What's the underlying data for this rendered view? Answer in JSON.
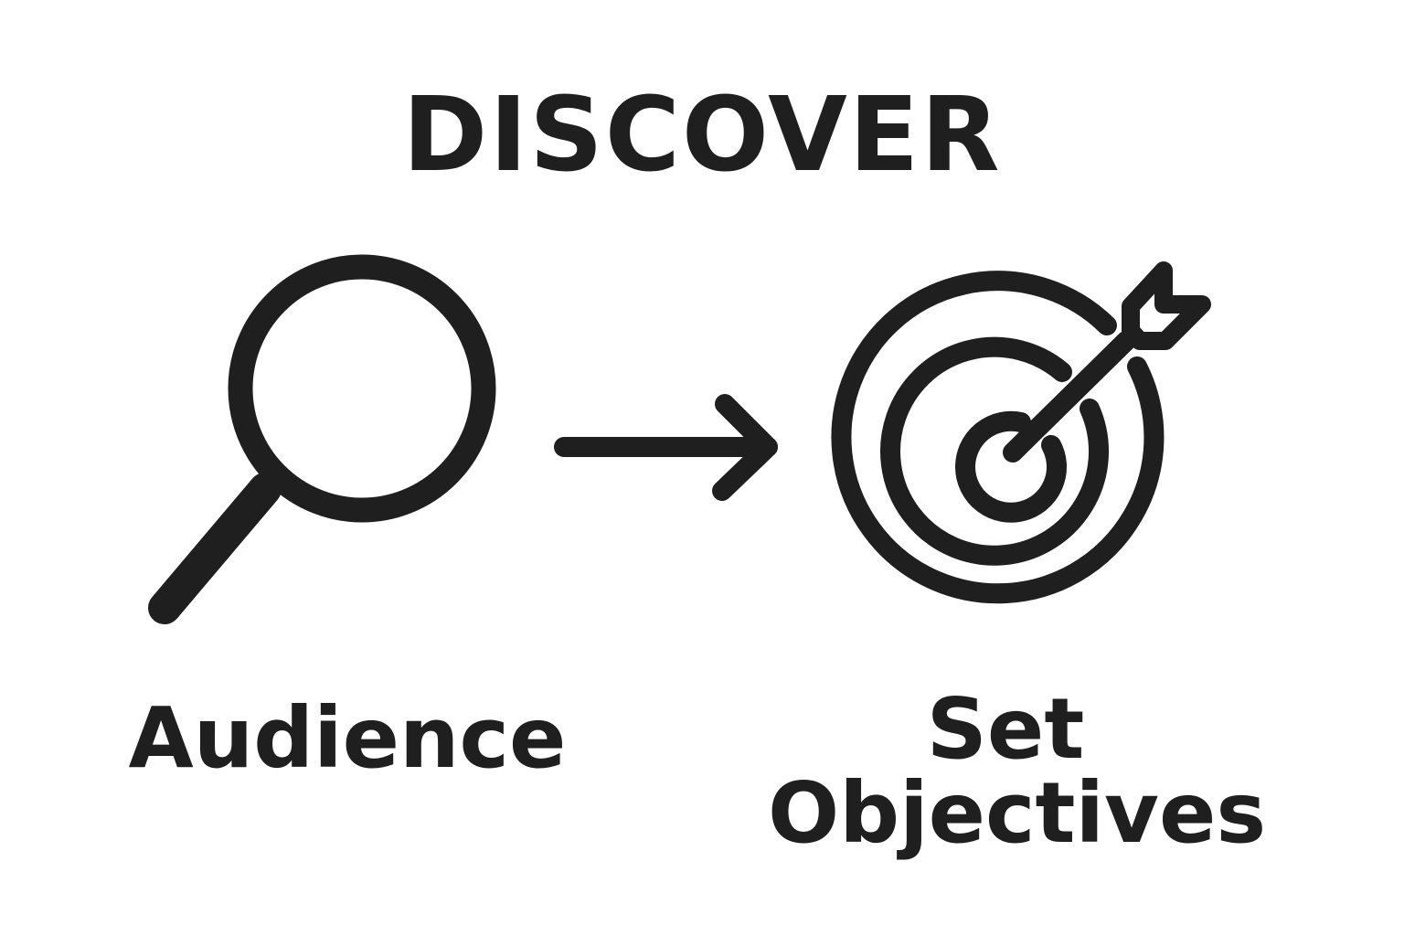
{
  "title": "DISCOVER",
  "steps": [
    {
      "label": "Audience",
      "icon": "magnifying-glass-icon"
    },
    {
      "label_line1": "Set",
      "label_line2": "Objectives",
      "icon": "target-arrow-icon"
    }
  ],
  "connector": {
    "icon": "arrow-right-icon"
  },
  "colors": {
    "ink": "#1f1f1f",
    "background": "#ffffff"
  }
}
